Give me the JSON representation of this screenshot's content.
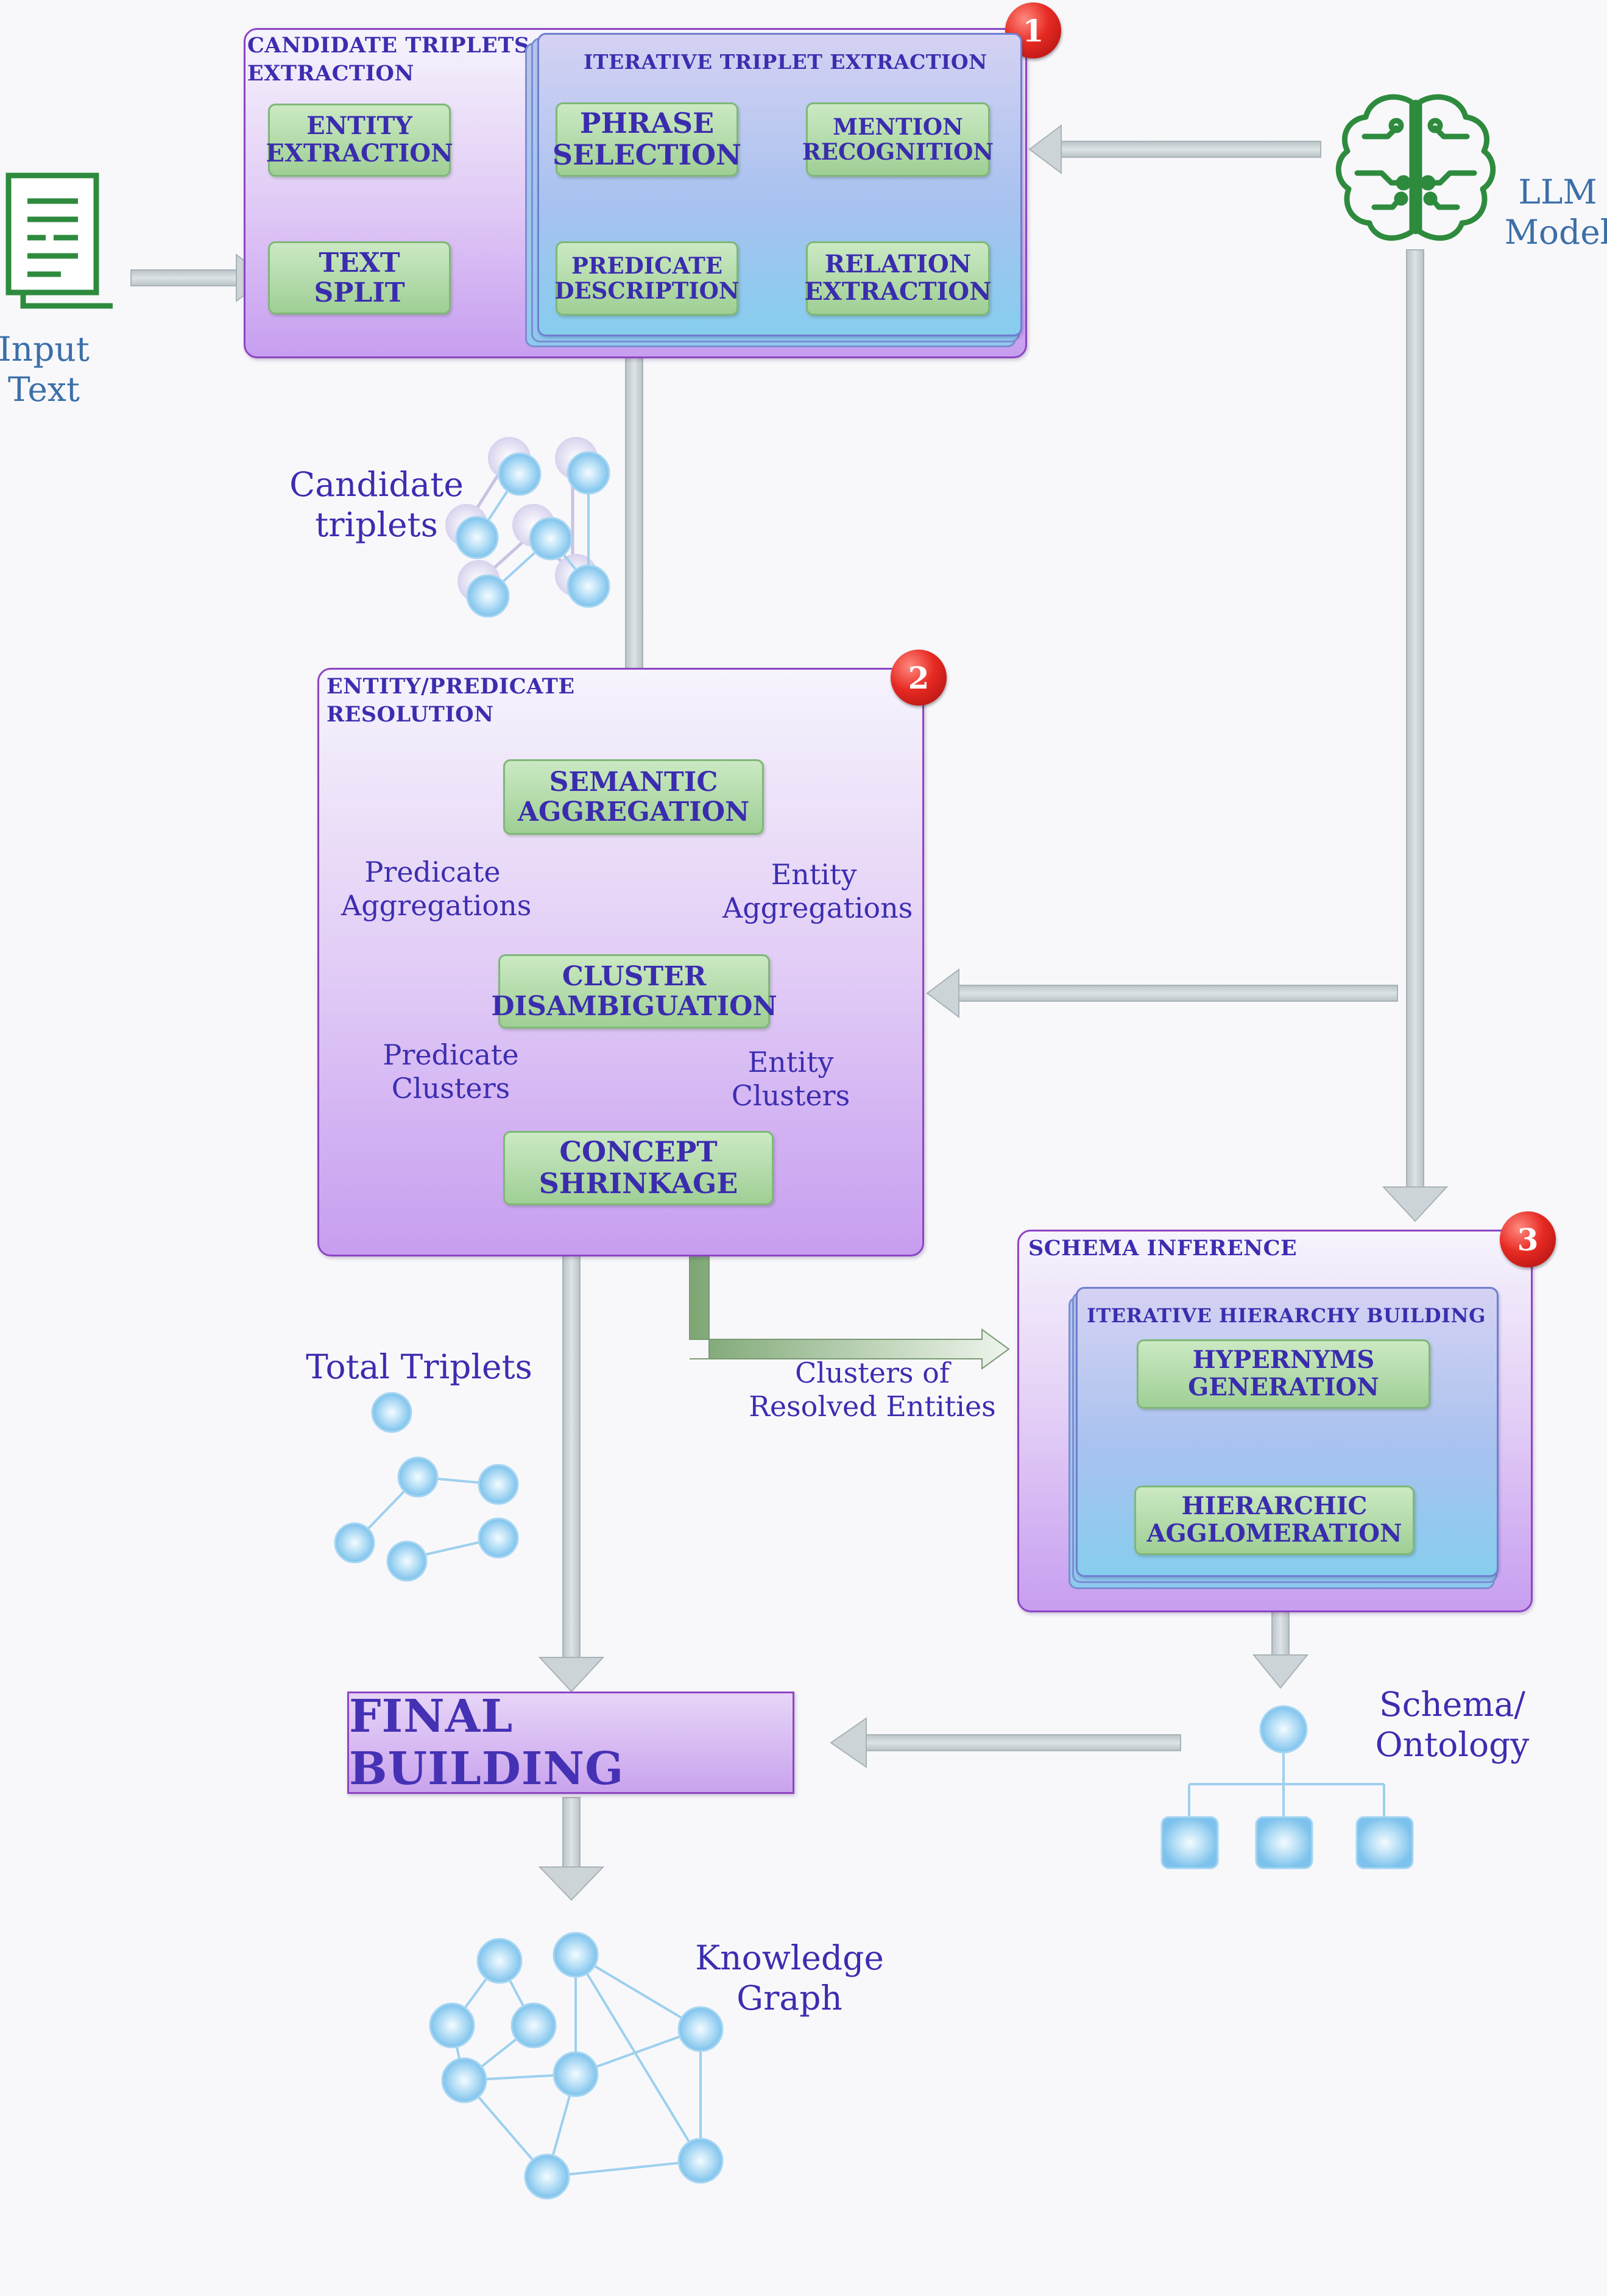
{
  "colors": {
    "text": "#3c2db0",
    "section_border": "#8e44c4",
    "step_fill": "#b5dcab",
    "node_fill": "#8ccbee",
    "arrow_fill": "#c9d1d4",
    "brain_green": "#2e8b3e",
    "badge_red": "#e62a22"
  },
  "inputs": {
    "input_text_label": "Input\nText",
    "input_icon": "document-icon",
    "llm_label": "LLM\nModel",
    "llm_icon": "circuit-brain-icon"
  },
  "sections": {
    "candidate": {
      "title": "CANDIDATE TRIPLETS\nEXTRACTION",
      "badge": "1",
      "entity_extraction": "ENTITY\nEXTRACTION",
      "text_split": "TEXT SPLIT",
      "iterative": {
        "title": "ITERATIVE TRIPLET EXTRACTION",
        "phrase_selection": "PHRASE\nSELECTION",
        "mention_recognition": "MENTION\nRECOGNITION",
        "relation_extraction": "RELATION\nEXTRACTION",
        "predicate_description": "PREDICATE\nDESCRIPTION"
      }
    },
    "resolution": {
      "title": "ENTITY/PREDICATE\nRESOLUTION",
      "badge": "2",
      "semantic_aggregation": "SEMANTIC\nAGGREGATION",
      "cluster_disambiguation": "CLUSTER\nDISAMBIGUATION",
      "concept_shrinkage": "CONCEPT\nSHRINKAGE",
      "predicate_aggregations": "Predicate\nAggregations",
      "entity_aggregations": "Entity\nAggregations",
      "predicate_clusters": "Predicate\nClusters",
      "entity_clusters": "Entity\nClusters"
    },
    "schema": {
      "title": "SCHEMA INFERENCE",
      "badge": "3",
      "iterative": {
        "title": "ITERATIVE HIERARCHY BUILDING",
        "hypernyms_generation": "HYPERNYMS\nGENERATION",
        "hierarchic_agglomeration": "HIERARCHIC\nAGGLOMERATION"
      }
    }
  },
  "labels": {
    "candidate_triplets": "Candidate\ntriplets",
    "total_triplets": "Total Triplets",
    "clusters_resolved": "Clusters of\nResolved Entities",
    "schema_ontology": "Schema/\nOntology",
    "knowledge_graph": "Knowledge\nGraph"
  },
  "final": {
    "label": "FINAL BUILDING"
  }
}
